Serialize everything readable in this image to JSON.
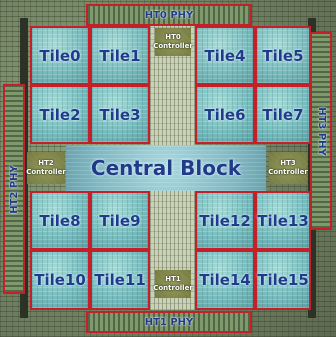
{
  "tiles": {
    "t0": "Tile0",
    "t1": "Tile1",
    "t2": "Tile2",
    "t3": "Tile3",
    "t4": "Tile4",
    "t5": "Tile5",
    "t6": "Tile6",
    "t7": "Tile7",
    "t8": "Tile8",
    "t9": "Tile9",
    "t10": "Tile10",
    "t11": "Tile11",
    "t12": "Tile12",
    "t13": "Tile13",
    "t14": "Tile14",
    "t15": "Tile15"
  },
  "phys": {
    "ht0": "HT0 PHY",
    "ht1": "HT1 PHY",
    "ht2": "HT2 PHY",
    "ht3": "HT3 PHY"
  },
  "controllers": {
    "ht0": "HT0\nController",
    "ht1": "HT1\nController",
    "ht2": "HT2\nController",
    "ht3": "HT3\nController"
  },
  "central_block": "Central Block",
  "colors": {
    "tile_border": "#c4202a",
    "label_text": "#1f3b8a",
    "tile_fill": "#7fc6c8"
  }
}
